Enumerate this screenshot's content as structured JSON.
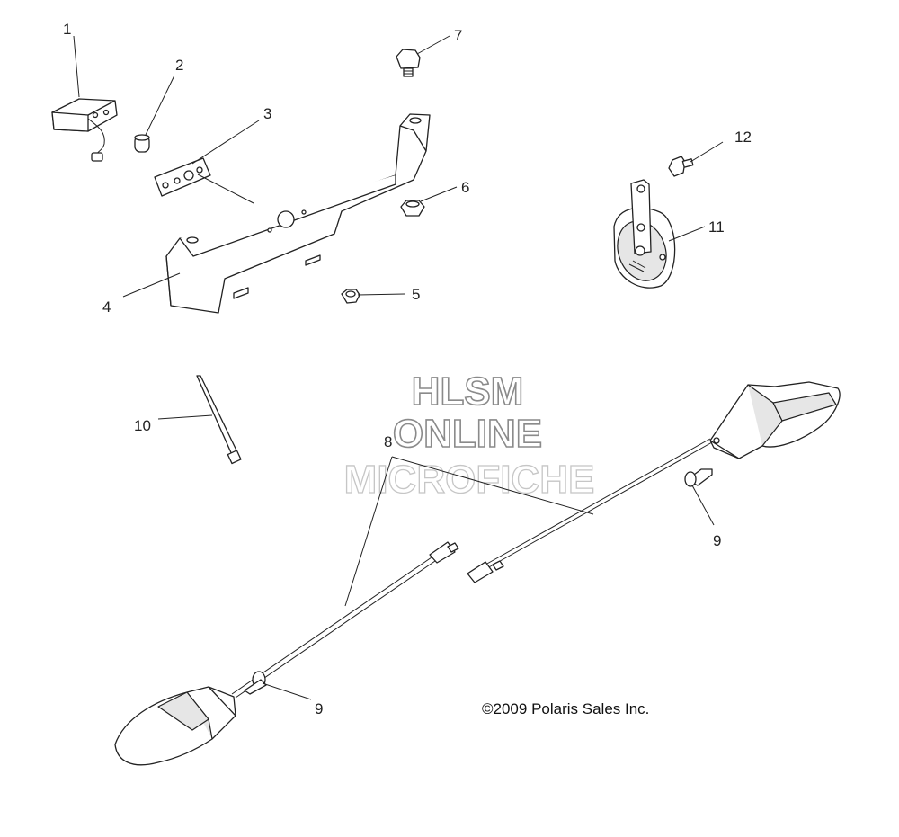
{
  "callouts": [
    "1",
    "2",
    "3",
    "4",
    "5",
    "6",
    "7",
    "8",
    "9",
    "9",
    "10",
    "11",
    "12"
  ],
  "watermark": {
    "line1": "HLSM",
    "line2": "ONLINE",
    "line3": "MICROFICHE"
  },
  "copyright": "©2009 Polaris Sales Inc."
}
